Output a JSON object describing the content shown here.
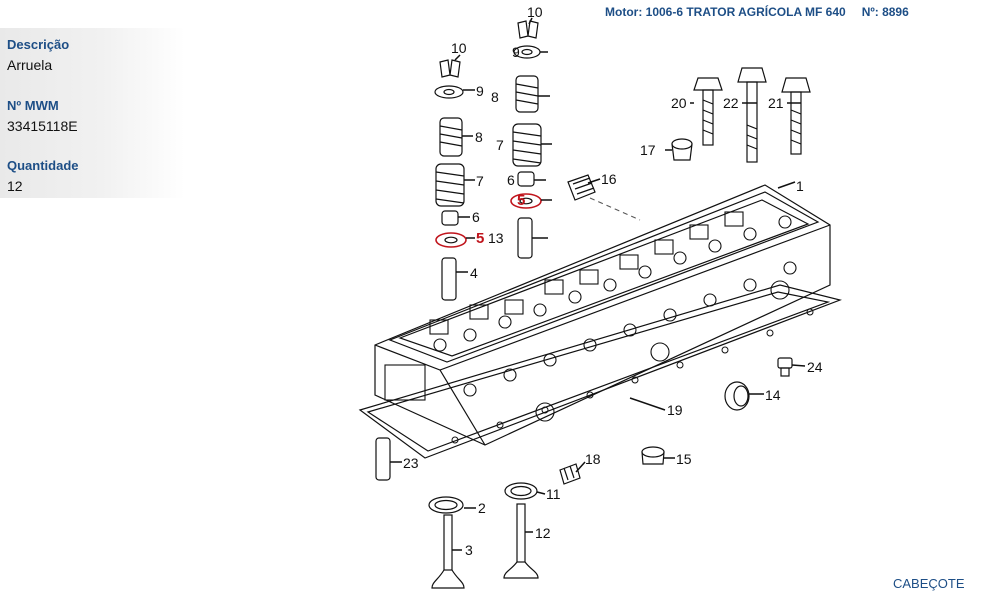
{
  "info": {
    "description_label": "Descrição",
    "description_value": "Arruela",
    "mwm_label": "Nº MWM",
    "mwm_value": "33415118E",
    "quantity_label": "Quantidade",
    "quantity_value": "12"
  },
  "header": {
    "title": "Motor: 1006-6 TRATOR AGRÍCOLA MF 640",
    "number": "Nº: 8896"
  },
  "caption": "CABEÇOTE",
  "highlight_color": "#c0141c",
  "text_color": "#1d4e86",
  "callouts": {
    "c1": "1",
    "c2": "2",
    "c3": "3",
    "c4": "4",
    "c5a": "5",
    "c5b": "5",
    "c6a": "6",
    "c6b": "6",
    "c7a": "7",
    "c7b": "7",
    "c8a": "8",
    "c8b": "8",
    "c9a": "9",
    "c9b": "9",
    "c10a": "10",
    "c10b": "10",
    "c11": "11",
    "c12": "12",
    "c13": "13",
    "c14": "14",
    "c15": "15",
    "c16": "16",
    "c17": "17",
    "c18": "18",
    "c19": "19",
    "c20": "20",
    "c21": "21",
    "c22": "22",
    "c23": "23",
    "c24": "24"
  }
}
